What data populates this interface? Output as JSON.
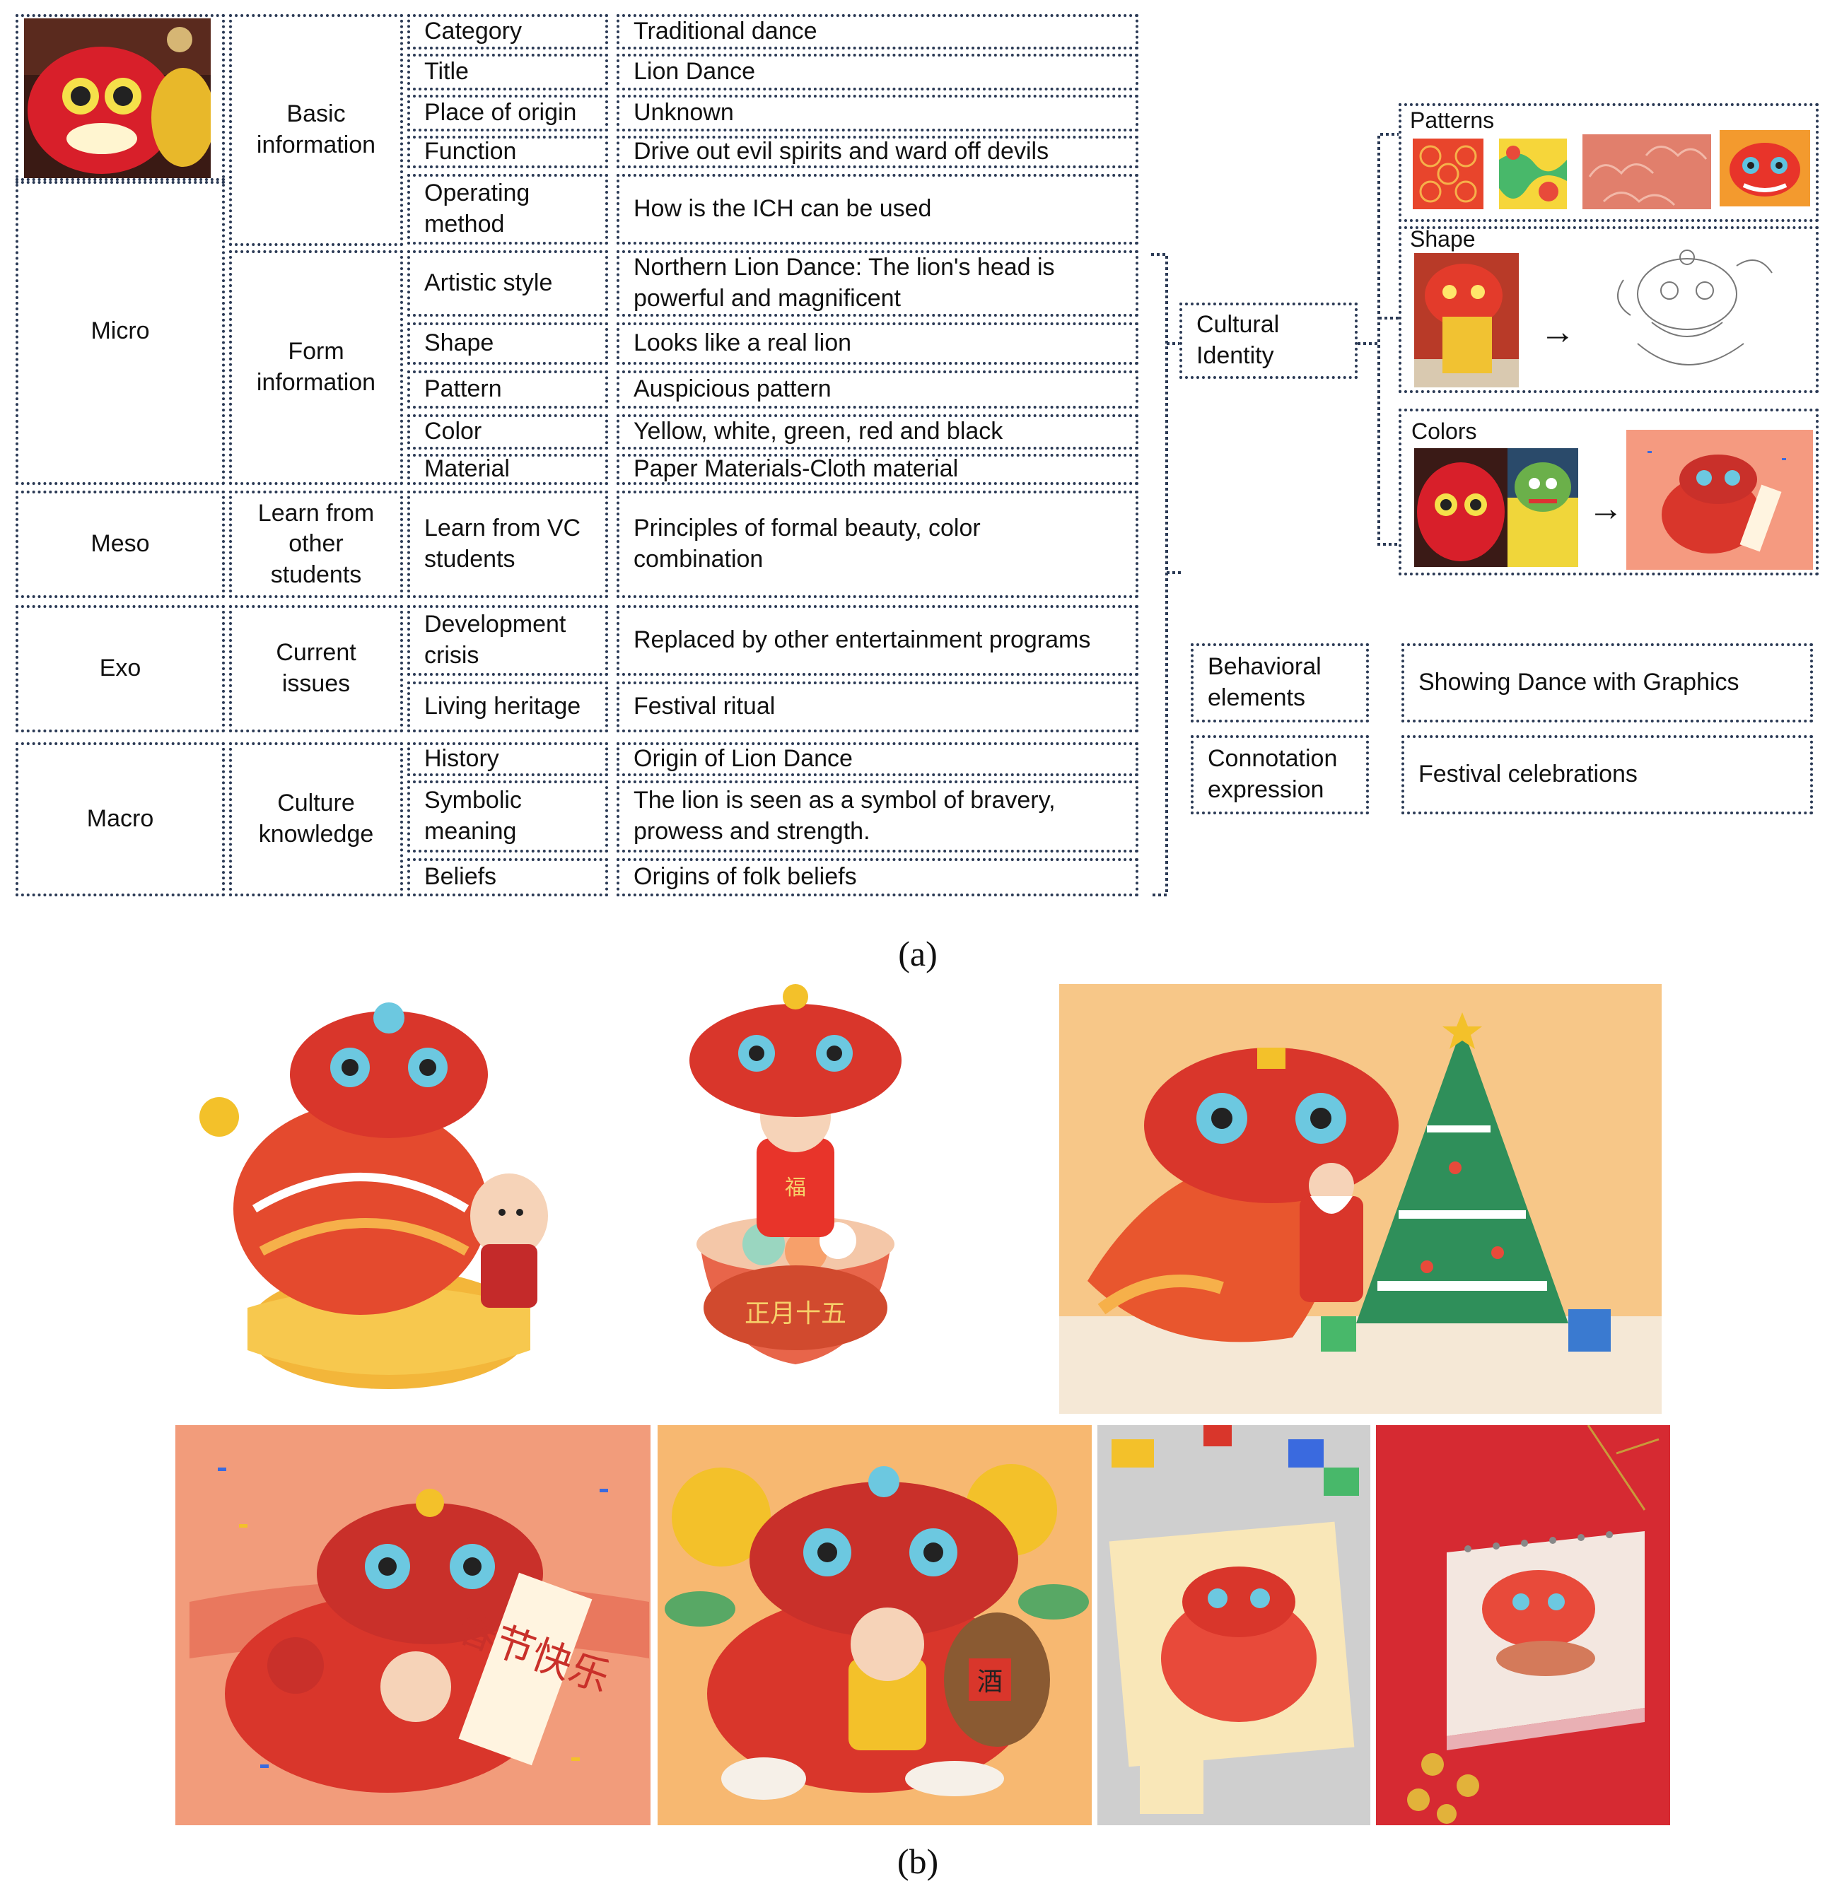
{
  "figure_a": {
    "levels": {
      "micro": "Micro",
      "meso": "Meso",
      "exo": "Exo",
      "macro": "Macro"
    },
    "groups": {
      "basic": "Basic information",
      "form": "Form information",
      "learn": "Learn from other students",
      "current": "Current issues",
      "culture": "Culture knowledge"
    },
    "rows": [
      {
        "attr": "Category",
        "value": "Traditional dance"
      },
      {
        "attr": "Title",
        "value": "Lion Dance"
      },
      {
        "attr": "Place of origin",
        "value": "Unknown"
      },
      {
        "attr": "Function",
        "value": "Drive out evil spirits and ward off devils"
      },
      {
        "attr": "Operating method",
        "value": "How is the ICH can be used"
      },
      {
        "attr": "Artistic style",
        "value": "Northern Lion Dance: The lion's head is powerful and magnificent"
      },
      {
        "attr": "Shape",
        "value": "Looks like a real lion"
      },
      {
        "attr": "Pattern",
        "value": "Auspicious pattern"
      },
      {
        "attr": "Color",
        "value": "Yellow, white, green, red and black"
      },
      {
        "attr": "Material",
        "value": "Paper Materials-Cloth material"
      },
      {
        "attr": "Learn from VC students",
        "value": "Principles of formal beauty, color combination"
      },
      {
        "attr": "Development crisis",
        "value": "Replaced by other entertainment programs"
      },
      {
        "attr": "Living heritage",
        "value": "Festival ritual"
      },
      {
        "attr": "History",
        "value": "Origin of Lion Dance"
      },
      {
        "attr": "Symbolic meaning",
        "value": "The lion is seen as a symbol of bravery, prowess and strength."
      },
      {
        "attr": "Beliefs",
        "value": "Origins of folk beliefs"
      }
    ],
    "cultural_identity": "Cultural Identity",
    "panels": {
      "patterns": "Patterns",
      "shape": "Shape",
      "colors": "Colors"
    },
    "behavioral": {
      "label": "Behavioral elements",
      "value": "Showing Dance with Graphics"
    },
    "connotation": {
      "label": "Connotation expression",
      "value": "Festival celebrations"
    },
    "arrow": "→",
    "caption": "(a)"
  },
  "figure_b": {
    "caption": "(b)",
    "puzzle_text": "春节快乐",
    "bowl_text": "正月十五",
    "fu_text": "福",
    "jiu_text": "酒"
  },
  "colors": {
    "border": "#2b3a55",
    "lion_red": "#d9362b",
    "lion_gold": "#f3b63a",
    "peach": "#f6a27f"
  }
}
